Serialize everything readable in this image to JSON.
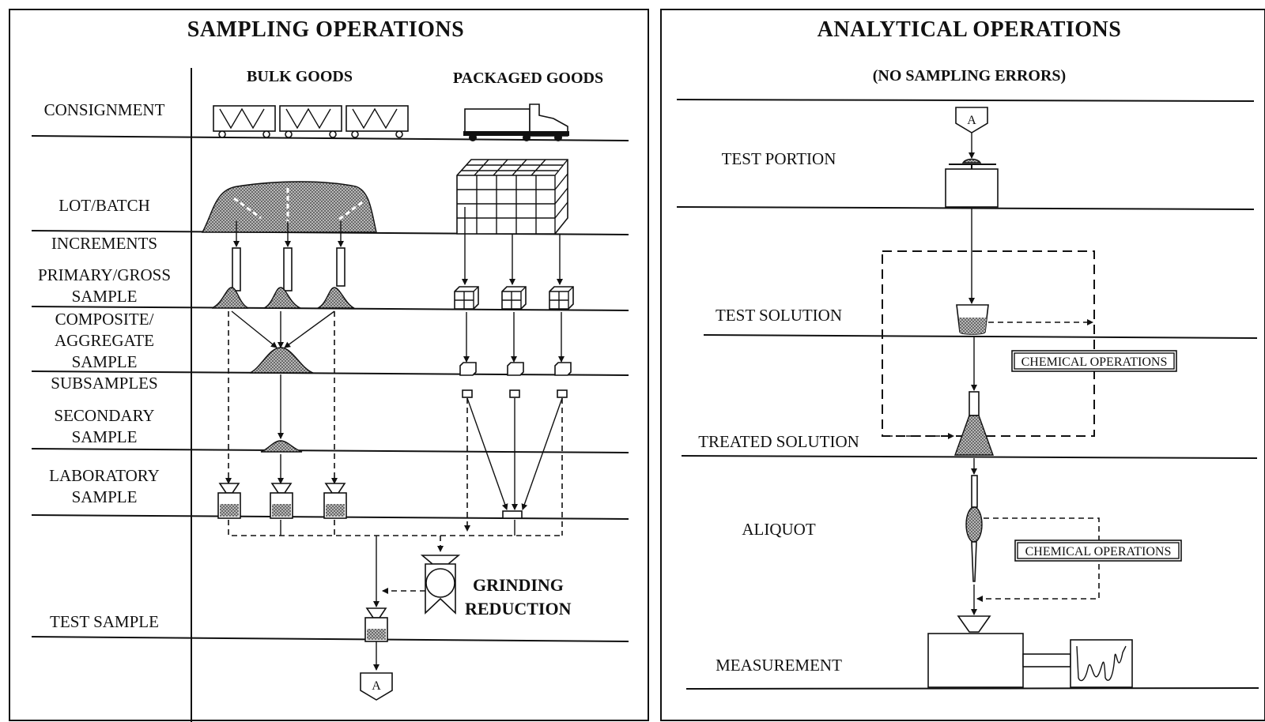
{
  "left_panel": {
    "title": "SAMPLING OPERATIONS",
    "columns": {
      "bulk": "BULK GOODS",
      "packaged": "PACKAGED GOODS"
    },
    "stages": {
      "consignment": "CONSIGNMENT",
      "lot_batch": "LOT/BATCH",
      "increments": "INCREMENTS",
      "primary_1": "PRIMARY/GROSS",
      "primary_2": "SAMPLE",
      "composite_1": "COMPOSITE/",
      "composite_2": "AGGREGATE",
      "composite_3": "SAMPLE",
      "subsamples": "SUBSAMPLES",
      "secondary_1": "SECONDARY",
      "secondary_2": "SAMPLE",
      "laboratory_1": "LABORATORY",
      "laboratory_2": "SAMPLE",
      "test_sample": "TEST SAMPLE"
    },
    "grinding_1": "GRINDING",
    "grinding_2": "REDUCTION",
    "connector": "A"
  },
  "right_panel": {
    "title": "ANALYTICAL OPERATIONS",
    "subtitle": "(NO SAMPLING ERRORS)",
    "connector": "A",
    "stages": {
      "test_portion": "TEST PORTION",
      "test_solution": "TEST SOLUTION",
      "treated_solution": "TREATED SOLUTION",
      "aliquot": "ALIQUOT",
      "measurement": "MEASUREMENT"
    },
    "chem_ops_1": "CHEMICAL OPERATIONS",
    "chem_ops_2": "CHEMICAL OPERATIONS"
  }
}
